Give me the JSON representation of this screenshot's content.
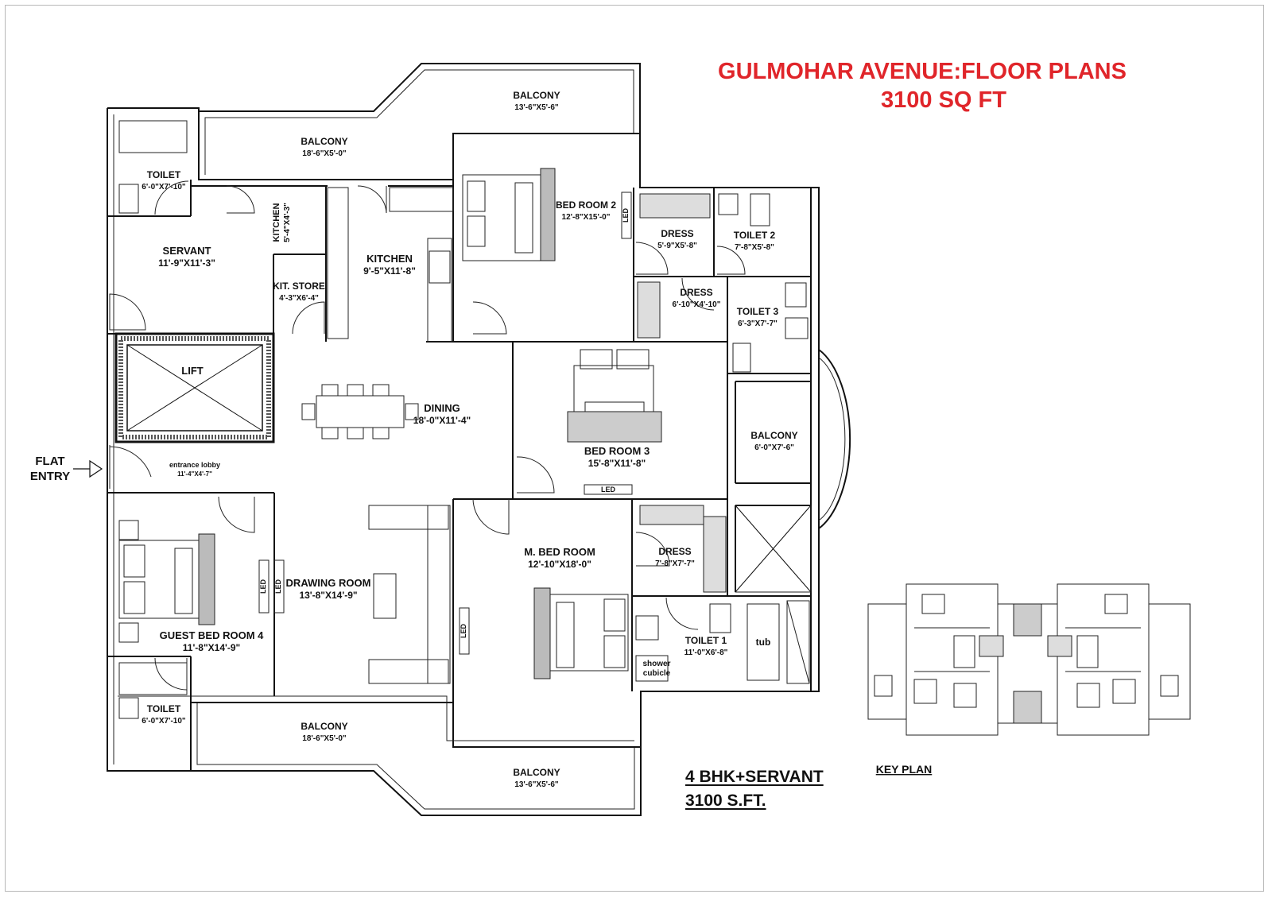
{
  "header": {
    "title_line1": "GULMOHAR AVENUE:FLOOR PLANS",
    "title_line2": "3100 SQ FT"
  },
  "rooms": [
    {
      "id": "balcony-top-right",
      "name": "BALCONY",
      "dims": "13'-6\"X5'-6\""
    },
    {
      "id": "balcony-top-left",
      "name": "BALCONY",
      "dims": "18'-6\"X5'-0\""
    },
    {
      "id": "toilet-servant",
      "name": "TOILET",
      "dims": "6'-0\"X7'-10\""
    },
    {
      "id": "servant",
      "name": "SERVANT",
      "dims": "11'-9\"X11'-3\""
    },
    {
      "id": "kitchen-small",
      "name": "KITCHEN",
      "dims": "5'-4\"X4'-3\""
    },
    {
      "id": "kit-store",
      "name": "KIT. STORE",
      "dims": "4'-3\"X6'-4\""
    },
    {
      "id": "kitchen",
      "name": "KITCHEN",
      "dims": "9'-5\"X11'-8\""
    },
    {
      "id": "bed-room-2",
      "name": "BED ROOM 2",
      "dims": "12'-8\"X15'-0\""
    },
    {
      "id": "dress-2",
      "name": "DRESS",
      "dims": "5'-9\"X5'-8\""
    },
    {
      "id": "toilet-2",
      "name": "TOILET 2",
      "dims": "7'-8\"X5'-8\""
    },
    {
      "id": "dress-3",
      "name": "DRESS",
      "dims": "6'-10\"X4'-10\""
    },
    {
      "id": "toilet-3",
      "name": "TOILET 3",
      "dims": "6'-3\"X7'-7\""
    },
    {
      "id": "lift",
      "name": "LIFT",
      "dims": ""
    },
    {
      "id": "dining",
      "name": "DINING",
      "dims": "18'-0\"X11'-4\""
    },
    {
      "id": "bed-room-3",
      "name": "BED ROOM 3",
      "dims": "15'-8\"X11'-8\""
    },
    {
      "id": "balcony-right",
      "name": "BALCONY",
      "dims": "6'-0\"X7'-6\""
    },
    {
      "id": "entrance-lobby",
      "name": "entrance lobby",
      "dims": "11'-4\"X4'-7\""
    },
    {
      "id": "drawing-room",
      "name": "DRAWING ROOM",
      "dims": "13'-8\"X14'-9\""
    },
    {
      "id": "m-bed-room",
      "name": "M. BED ROOM",
      "dims": "12'-10\"X18'-0\""
    },
    {
      "id": "dress-m",
      "name": "DRESS",
      "dims": "7'-8\"X7'-7\""
    },
    {
      "id": "guest-bed-room-4",
      "name": "GUEST BED ROOM 4",
      "dims": "11'-8\"X14'-9\""
    },
    {
      "id": "toilet-1",
      "name": "TOILET 1",
      "dims": "11'-0\"X6'-8\""
    },
    {
      "id": "toilet-guest",
      "name": "TOILET",
      "dims": "6'-0\"X7'-10\""
    },
    {
      "id": "balcony-bottom-left",
      "name": "BALCONY",
      "dims": "18'-6\"X5'-0\""
    },
    {
      "id": "balcony-bottom-right",
      "name": "BALCONY",
      "dims": "13'-6\"X5'-6\""
    }
  ],
  "fixtures": {
    "led": "LED",
    "tub": "tub",
    "shower_line1": "shower",
    "shower_line2": "cubicle"
  },
  "entry": {
    "line1": "FLAT",
    "line2": "ENTRY"
  },
  "summary": {
    "type": "4 BHK+SERVANT",
    "area": "3100 S.FT."
  },
  "key_plan": {
    "label": "KEY PLAN"
  }
}
